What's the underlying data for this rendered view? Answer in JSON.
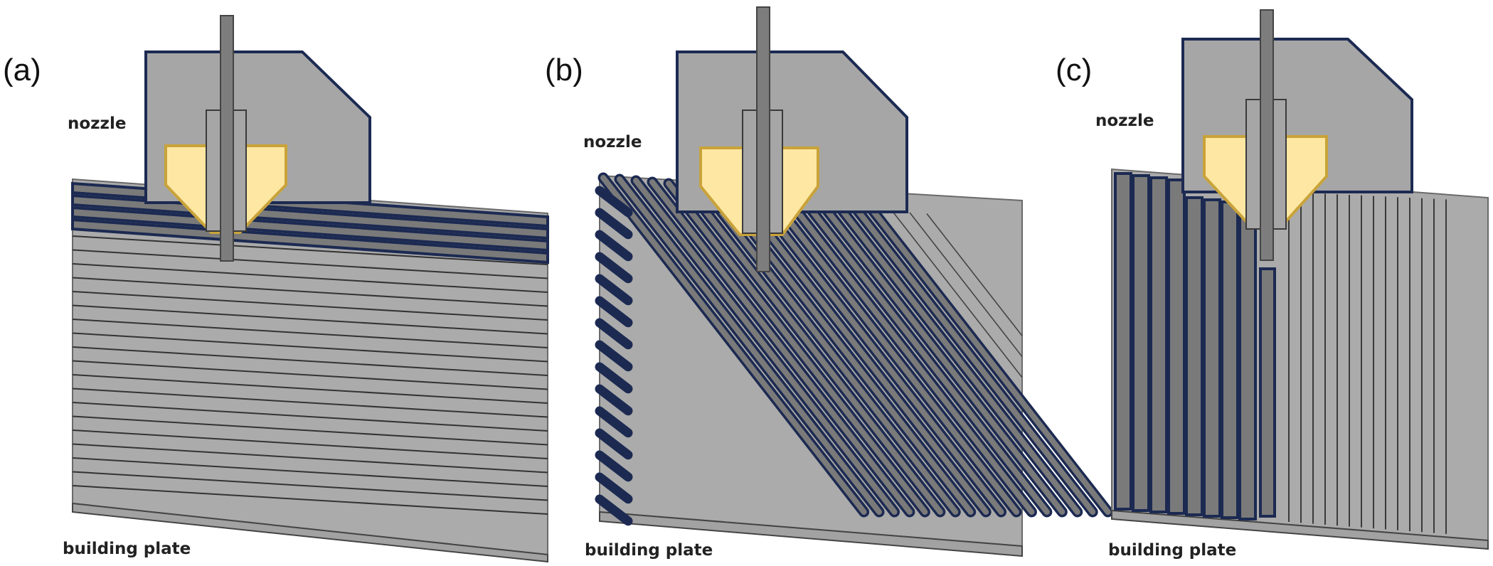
{
  "panels": [
    {
      "id": "a",
      "label": "(a)",
      "nozzle_label": "nozzle",
      "plate_label": "building plate",
      "orientation": "horizontal"
    },
    {
      "id": "b",
      "label": "(b)",
      "nozzle_label": "nozzle",
      "plate_label": "building plate",
      "orientation": "diagonal"
    },
    {
      "id": "c",
      "label": "(c)",
      "nozzle_label": "nozzle",
      "plate_label": "building plate",
      "orientation": "vertical"
    }
  ],
  "colors": {
    "background": "#ffffff",
    "part_fill": "#ababab",
    "filament_dark": "#7a7a7a",
    "filament_outline": "#1c2a52",
    "nozzle_body": "#a6a6a6",
    "nozzle_outline": "#1c2a52",
    "heater_block": "#fde7a3",
    "heater_outline": "#c9a33a",
    "feed_rod": "#7d7d7d",
    "plate": "#a2a2a2"
  }
}
